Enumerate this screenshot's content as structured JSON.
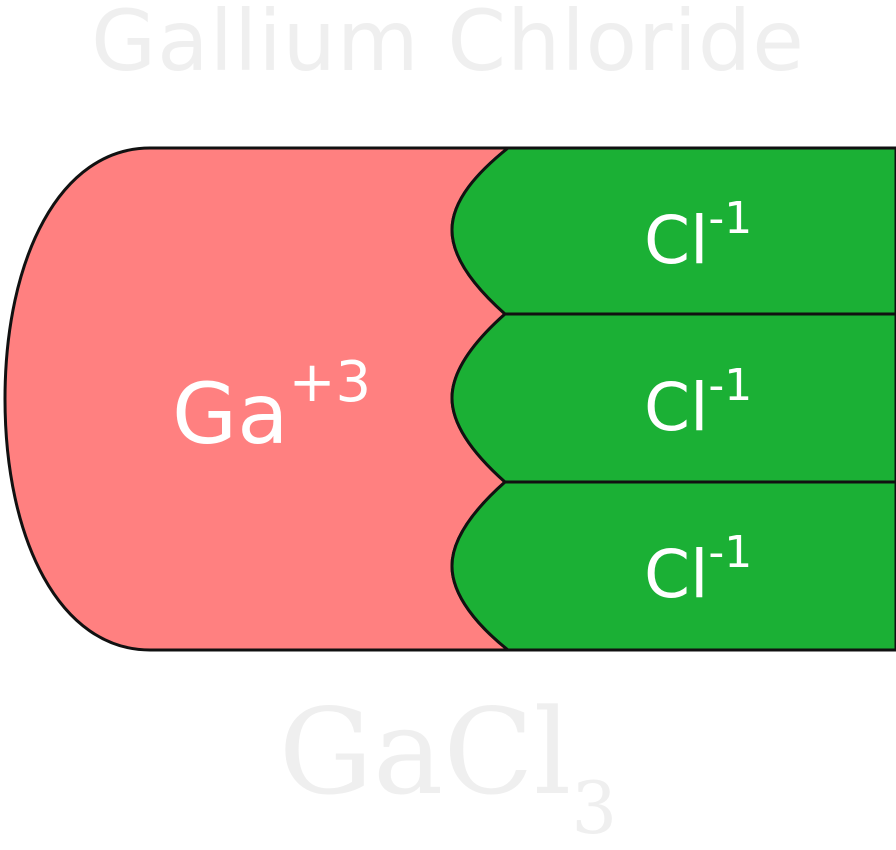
{
  "title": "Gallium Chloride",
  "cation": {
    "symbol": "Ga",
    "charge": "+3",
    "color": "#ff8080"
  },
  "anions": [
    {
      "symbol": "Cl",
      "charge": "-1"
    },
    {
      "symbol": "Cl",
      "charge": "-1"
    },
    {
      "symbol": "Cl",
      "charge": "-1"
    }
  ],
  "anion_color": "#1bb035",
  "formula": {
    "base": "GaCl",
    "subscript": "3"
  }
}
